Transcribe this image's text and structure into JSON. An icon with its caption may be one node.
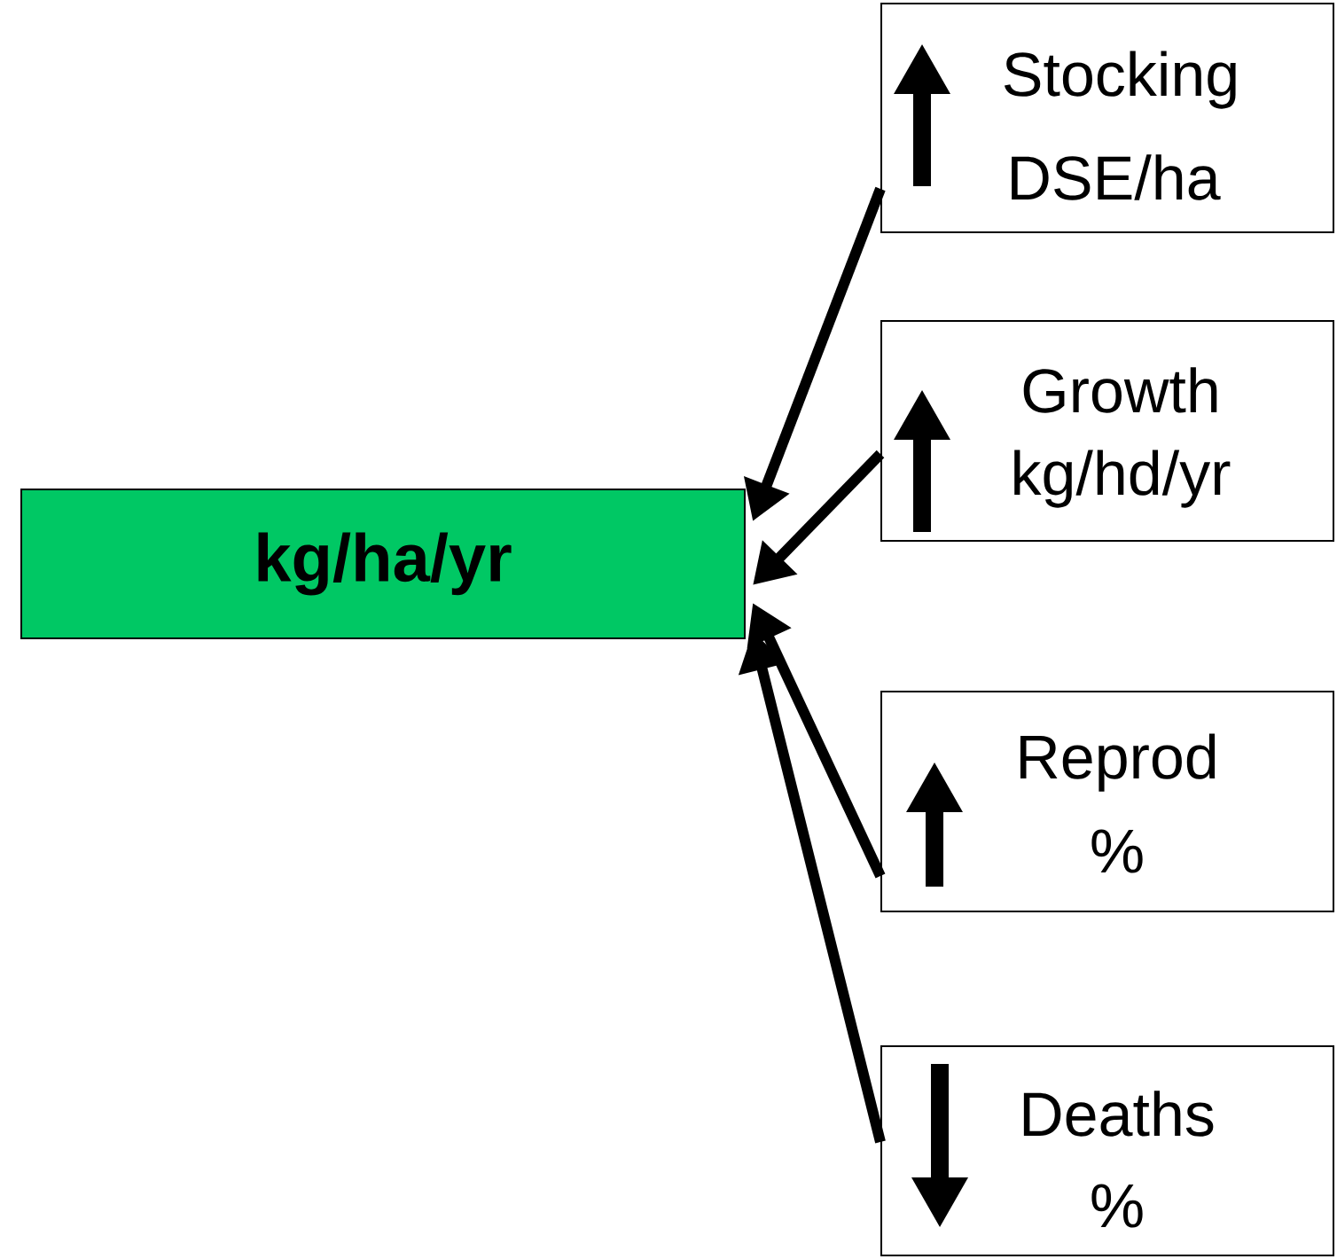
{
  "diagram": {
    "nodes": [
      {
        "text": [
          "kg/ha/yr"
        ]
      },
      {
        "text": [
          "Stocking",
          "DSE/ha"
        ]
      },
      {
        "text": [
          "Growth",
          "kg/hd/yr"
        ]
      },
      {
        "text": [
          "Reprod",
          "%"
        ]
      },
      {
        "text": [
          "Deaths",
          "%"
        ]
      }
    ],
    "edges": [
      {
        "from": 1,
        "to": 0,
        "arrow": "to"
      },
      {
        "from": 2,
        "to": 0,
        "arrow": "to"
      },
      {
        "from": 3,
        "to": 0,
        "arrow": "to"
      },
      {
        "from": 4,
        "to": 0,
        "arrow": "to"
      }
    ]
  }
}
